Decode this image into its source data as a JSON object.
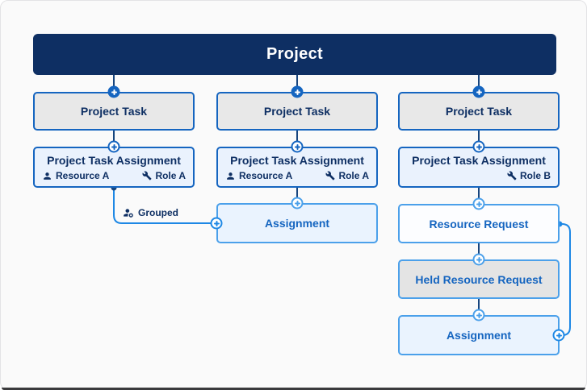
{
  "header": {
    "title": "Project"
  },
  "columns": [
    {
      "task_label": "Project Task",
      "assignment": {
        "title": "Project Task Assignment",
        "resource_label": "Resource A",
        "role_label": "Role A"
      }
    },
    {
      "task_label": "Project Task",
      "assignment": {
        "title": "Project Task Assignment",
        "resource_label": "Resource A",
        "role_label": "Role A"
      },
      "assignment_node_label": "Assignment"
    },
    {
      "task_label": "Project Task",
      "assignment": {
        "title": "Project Task Assignment",
        "role_label": "Role B"
      },
      "resource_request_label": "Resource Request",
      "held_resource_request_label": "Held Resource Request",
      "assignment_node_label": "Assignment"
    }
  ],
  "connector": {
    "grouped_label": "Grouped"
  },
  "icons": {
    "resource": "person-icon",
    "role": "wrench-icon",
    "grouped": "person-gear-icon",
    "add": "plus-circle-icon"
  },
  "colors": {
    "header_bg": "#0E2F63",
    "navy_text": "#0E2F63",
    "primary_border": "#1565C0",
    "light_border": "#4BA0EA",
    "bright_connector": "#1E88E5",
    "dark_connector": "#17457E",
    "task_fill": "#E8E8E8",
    "pta_fill": "#EAF2FD",
    "assignment_fill": "#EAF3FE",
    "resource_request_fill": "#FCFDFF",
    "held_request_fill": "#E4E4E4",
    "blue_text": "#1565C0"
  }
}
